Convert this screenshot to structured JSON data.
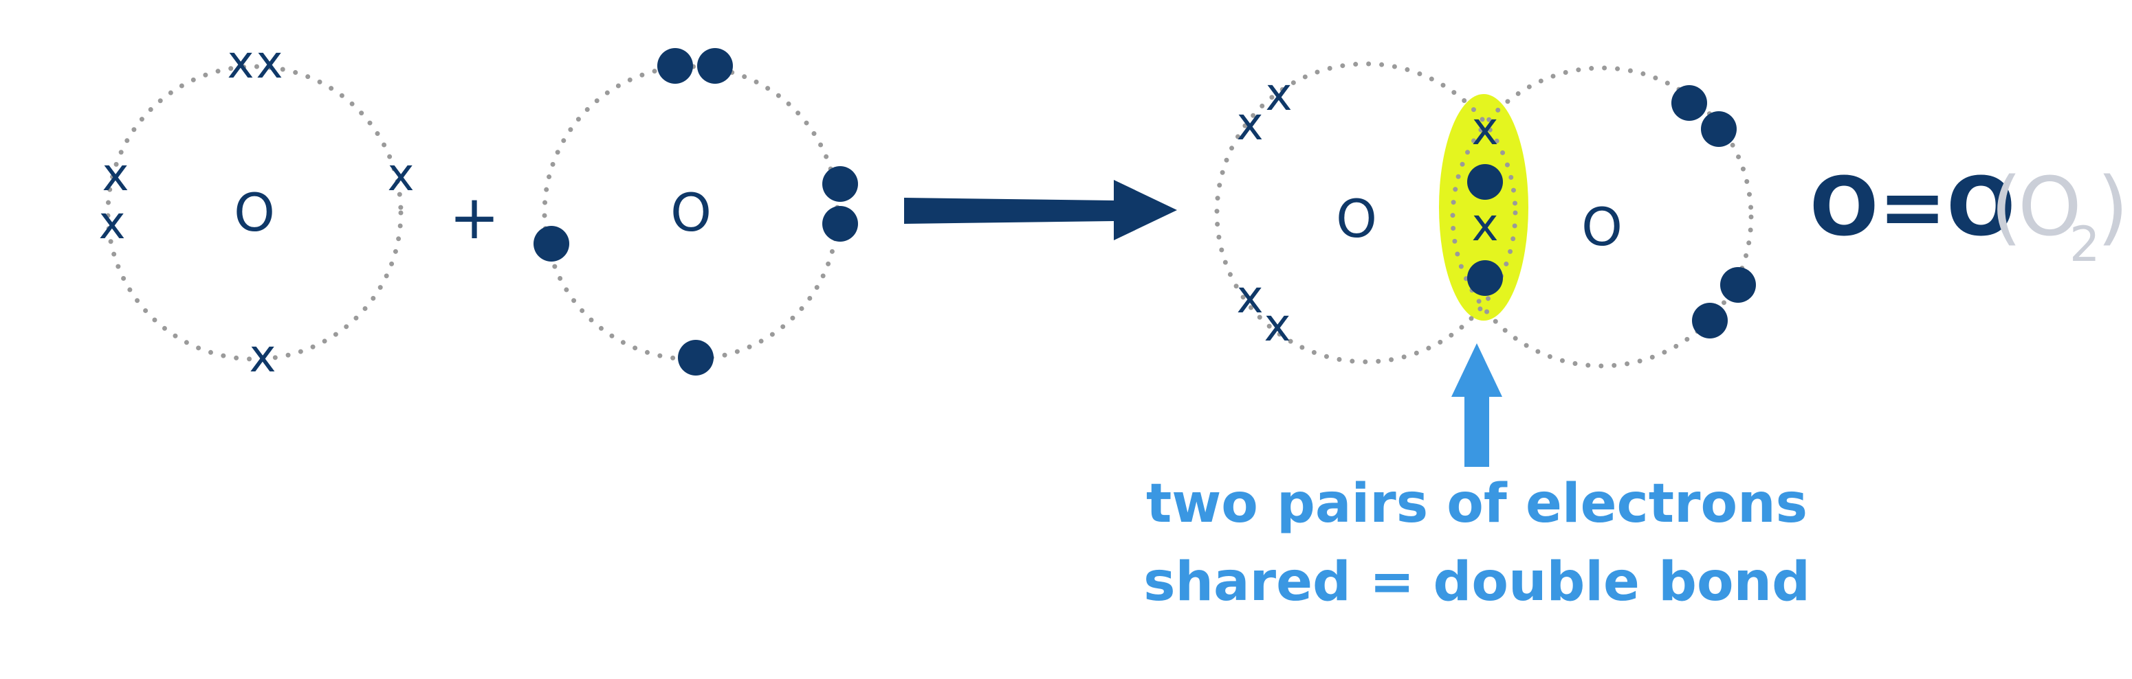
{
  "atom_symbol": "O",
  "electron_cross": "x",
  "operator": "+",
  "product_formula": {
    "structural": "O=O",
    "open_paren": "(",
    "element": "O",
    "subscript": "2",
    "close_paren": ")"
  },
  "caption": {
    "line1": "two pairs of electrons",
    "line2": "shared = double bond"
  },
  "colors": {
    "electron": "#0f3868",
    "shell": "#9a9a9a",
    "highlight": "#e4f51f",
    "reaction_arrow": "#0f3868",
    "pointer_arrow": "#3a97e2",
    "caption": "#3a97e2",
    "formula_secondary": "#cbcfd8"
  }
}
